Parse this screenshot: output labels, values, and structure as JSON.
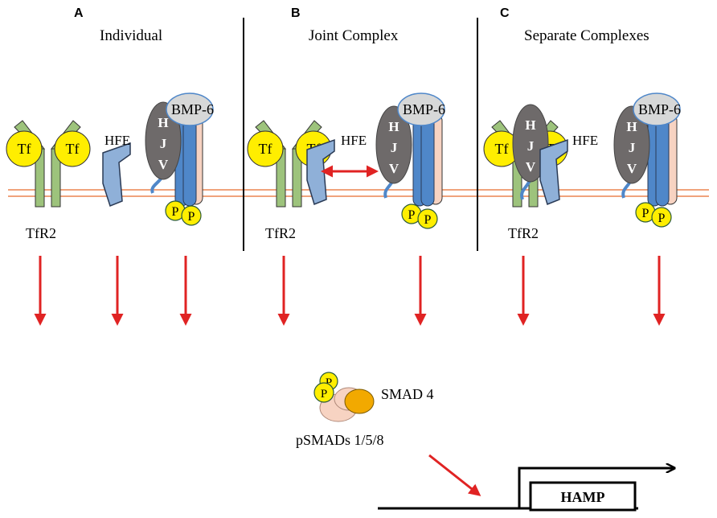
{
  "panels": {
    "a": {
      "letter": "A",
      "title": "Individual"
    },
    "b": {
      "letter": "B",
      "title": "Joint Complex"
    },
    "c": {
      "letter": "C",
      "title": "Separate Complexes"
    }
  },
  "labels": {
    "tf": "Tf",
    "tf_partial": "Tf",
    "tfr2": "TfR2",
    "hfe": "HFE",
    "hjv_h": "H",
    "hjv_j": "J",
    "hjv_v": "V",
    "bmp6": "BMP-6",
    "p": "P",
    "smad4": "SMAD 4",
    "psmads": "pSMADs 1/5/8",
    "hamp": "HAMP"
  },
  "colors": {
    "tfr2_green": "#9dc37c",
    "tf_yellow": "#ffee00",
    "hfe_blue": "#8fb0d8",
    "hjv_gray": "#6e6a6a",
    "bmp_gray": "#d7d8d8",
    "receptor_blue": "#4f87c9",
    "receptor_pink": "#f7d3c2",
    "arrow_red": "#e02323",
    "smad_orange": "#f2a900",
    "membrane_orange": "#f0a37c"
  }
}
